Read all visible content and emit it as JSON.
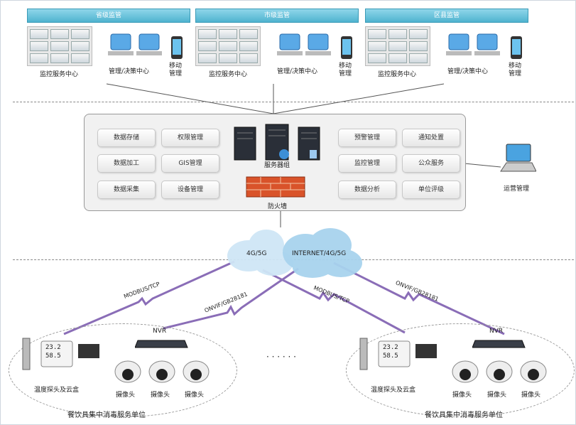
{
  "tiers": [
    {
      "title": "省级监管",
      "monitor_center": "监控服务中心",
      "decision_center": "管理/决策中心",
      "mobile": "移动\n管理"
    },
    {
      "title": "市级监管",
      "monitor_center": "监控服务中心",
      "decision_center": "管理/决策中心",
      "mobile": "移动\n管理"
    },
    {
      "title": "区县监管",
      "monitor_center": "监控服务中心",
      "decision_center": "管理/决策中心",
      "mobile": "移动\n管理"
    }
  ],
  "platform": {
    "left_modules": [
      "数据存储",
      "权限管理",
      "数据加工",
      "GIS管理",
      "数据采集",
      "设备管理"
    ],
    "right_modules": [
      "预警管理",
      "通知处置",
      "监控管理",
      "公众服务",
      "数据分析",
      "单位评级"
    ],
    "server_group": "服务器组",
    "firewall": "防火墙",
    "ops": "运营管理"
  },
  "network": {
    "cloud_left": "4G/5G",
    "cloud_right": "INTERNET/4G/5G",
    "links": [
      "MODBUS/TCP",
      "ONVIF/GB28181",
      "MODBUS/TCP",
      "ONVIF/GB28181"
    ]
  },
  "sites": [
    {
      "nvr": "NVR",
      "sensor": "温度探头及云盒",
      "camera": "摄像头",
      "unit": "餐饮具集中消毒服务单位",
      "temp": "23.2",
      "hum": "58.5"
    },
    {
      "nvr": "NVR",
      "sensor": "温度探头及云盒",
      "camera": "摄像头",
      "unit": "餐饮具集中消毒服务单位",
      "temp": "23.2",
      "hum": "58.5"
    }
  ],
  "ellipsis": "· · · · · ·"
}
